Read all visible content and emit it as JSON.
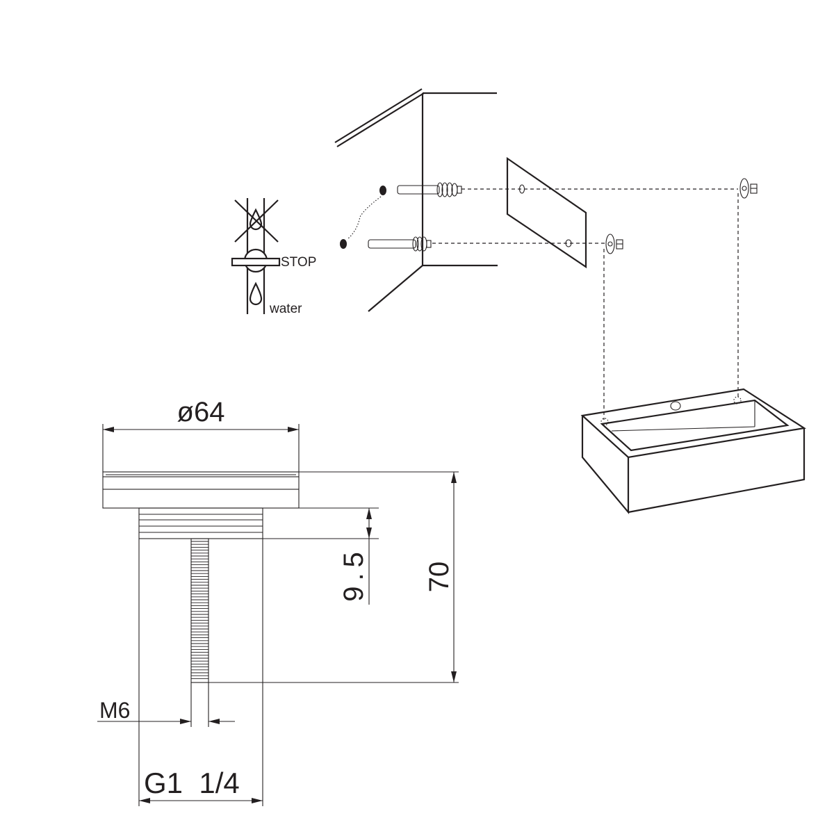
{
  "labels": {
    "stop": "STOP",
    "water": "water",
    "diameter": "ø64",
    "height_total": "70",
    "thread_depth": "9.5",
    "bolt_thread": "M6",
    "pipe_thread": "G1  1/4"
  }
}
